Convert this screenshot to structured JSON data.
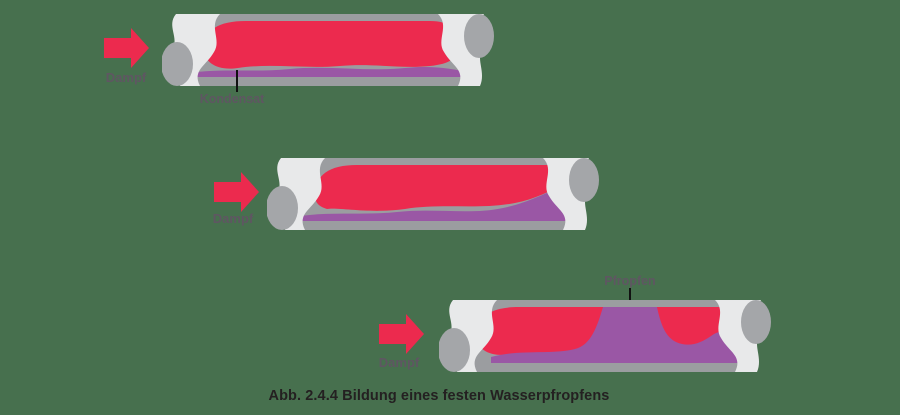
{
  "figure": {
    "caption": "Abb. 2.4.4 Bildung eines festen Wasserpfropfens",
    "stages": [
      {
        "arrow_label": "Dampf",
        "annotation": "Kondensat"
      },
      {
        "arrow_label": "Dampf"
      },
      {
        "arrow_label": "Dampf",
        "annotation": "Pfropfen"
      }
    ]
  },
  "icons": {
    "flow_arrow": "arrow-right"
  },
  "colors": {
    "bg": "#47704E",
    "red": "#EC2A4E",
    "purple": "#9A57A5",
    "wall": "#9B9DA0",
    "cap": "#E8E9EA",
    "opening": "#A4A6A9",
    "label": "#5F5662",
    "caption": "#242021",
    "leader": "#111111"
  }
}
